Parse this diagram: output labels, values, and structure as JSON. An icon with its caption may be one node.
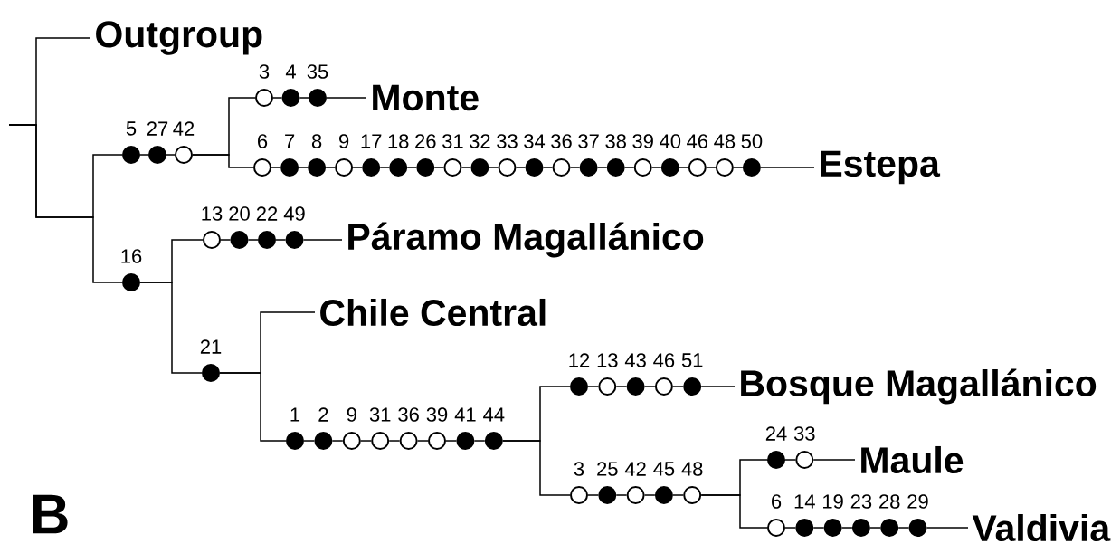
{
  "diagram": {
    "nodes": [
      {
        "text": [
          "Outgroup"
        ]
      },
      {
        "text": [],
        "shape": "dot",
        "beside": [
          "5"
        ]
      },
      {
        "text": [],
        "shape": "dot",
        "beside": [
          "27"
        ]
      },
      {
        "text": [],
        "shape": "circle",
        "beside": [
          "42"
        ]
      },
      {
        "text": [],
        "shape": "circle",
        "beside": [
          "3"
        ]
      },
      {
        "text": [],
        "shape": "dot",
        "beside": [
          "4"
        ]
      },
      {
        "text": [],
        "shape": "dot",
        "beside": [
          "35"
        ]
      },
      {
        "text": [
          "Monte"
        ]
      },
      {
        "text": [],
        "shape": "circle",
        "beside": [
          "6"
        ]
      },
      {
        "text": [],
        "shape": "dot",
        "beside": [
          "7"
        ]
      },
      {
        "text": [],
        "shape": "dot",
        "beside": [
          "8"
        ]
      },
      {
        "text": [],
        "shape": "circle",
        "beside": [
          "9"
        ]
      },
      {
        "text": [],
        "shape": "dot",
        "beside": [
          "17"
        ]
      },
      {
        "text": [],
        "shape": "dot",
        "beside": [
          "18"
        ]
      },
      {
        "text": [],
        "shape": "dot",
        "beside": [
          "26"
        ]
      },
      {
        "text": [],
        "shape": "circle",
        "beside": [
          "31"
        ]
      },
      {
        "text": [],
        "shape": "dot",
        "beside": [
          "32"
        ]
      },
      {
        "text": [],
        "shape": "circle",
        "beside": [
          "33"
        ]
      },
      {
        "text": [],
        "shape": "dot",
        "beside": [
          "34"
        ]
      },
      {
        "text": [],
        "shape": "circle",
        "beside": [
          "36"
        ]
      },
      {
        "text": [],
        "shape": "dot",
        "beside": [
          "37"
        ]
      },
      {
        "text": [],
        "shape": "dot",
        "beside": [
          "38"
        ]
      },
      {
        "text": [],
        "shape": "circle",
        "beside": [
          "39"
        ]
      },
      {
        "text": [],
        "shape": "dot",
        "beside": [
          "40"
        ]
      },
      {
        "text": [],
        "shape": "circle",
        "beside": [
          "46"
        ]
      },
      {
        "text": [],
        "shape": "circle",
        "beside": [
          "48"
        ]
      },
      {
        "text": [],
        "shape": "dot",
        "beside": [
          "50"
        ]
      },
      {
        "text": [
          "Estepa"
        ]
      },
      {
        "text": [],
        "shape": "dot",
        "beside": [
          "16"
        ]
      },
      {
        "text": [],
        "shape": "circle",
        "beside": [
          "13"
        ]
      },
      {
        "text": [],
        "shape": "dot",
        "beside": [
          "20"
        ]
      },
      {
        "text": [],
        "shape": "dot",
        "beside": [
          "22"
        ]
      },
      {
        "text": [],
        "shape": "dot",
        "beside": [
          "49"
        ]
      },
      {
        "text": [
          "Páramo Magallánico"
        ]
      },
      {
        "text": [],
        "shape": "dot",
        "beside": [
          "21"
        ]
      },
      {
        "text": [
          "Chile Central"
        ]
      },
      {
        "text": [],
        "shape": "dot",
        "beside": [
          "1"
        ]
      },
      {
        "text": [],
        "shape": "dot",
        "beside": [
          "2"
        ]
      },
      {
        "text": [],
        "shape": "circle",
        "beside": [
          "9"
        ]
      },
      {
        "text": [],
        "shape": "circle",
        "beside": [
          "31"
        ]
      },
      {
        "text": [],
        "shape": "circle",
        "beside": [
          "36"
        ]
      },
      {
        "text": [],
        "shape": "circle",
        "beside": [
          "39"
        ]
      },
      {
        "text": [],
        "shape": "dot",
        "beside": [
          "41"
        ]
      },
      {
        "text": [],
        "shape": "dot",
        "beside": [
          "44"
        ]
      },
      {
        "text": [],
        "shape": "dot",
        "beside": [
          "12"
        ]
      },
      {
        "text": [],
        "shape": "circle",
        "beside": [
          "13"
        ]
      },
      {
        "text": [],
        "shape": "dot",
        "beside": [
          "43"
        ]
      },
      {
        "text": [],
        "shape": "circle",
        "beside": [
          "46"
        ]
      },
      {
        "text": [],
        "shape": "dot",
        "beside": [
          "51"
        ]
      },
      {
        "text": [
          "Bosque Magallánico"
        ]
      },
      {
        "text": [],
        "shape": "circle",
        "beside": [
          "3"
        ]
      },
      {
        "text": [],
        "shape": "dot",
        "beside": [
          "25"
        ]
      },
      {
        "text": [],
        "shape": "circle",
        "beside": [
          "42"
        ]
      },
      {
        "text": [],
        "shape": "dot",
        "beside": [
          "45"
        ]
      },
      {
        "text": [],
        "shape": "circle",
        "beside": [
          "48"
        ]
      },
      {
        "text": [],
        "shape": "dot",
        "beside": [
          "24"
        ]
      },
      {
        "text": [],
        "shape": "circle",
        "beside": [
          "33"
        ]
      },
      {
        "text": [
          "Maule"
        ]
      },
      {
        "text": [],
        "shape": "circle",
        "beside": [
          "6"
        ]
      },
      {
        "text": [],
        "shape": "dot",
        "beside": [
          "14"
        ]
      },
      {
        "text": [],
        "shape": "dot",
        "beside": [
          "19"
        ]
      },
      {
        "text": [],
        "shape": "dot",
        "beside": [
          "23"
        ]
      },
      {
        "text": [],
        "shape": "dot",
        "beside": [
          "28"
        ]
      },
      {
        "text": [],
        "shape": "dot",
        "beside": [
          "29"
        ]
      },
      {
        "text": [
          "Valdivia"
        ]
      }
    ],
    "edges": [
      {
        "from": null,
        "to": 0,
        "arrow": "none"
      },
      {
        "from": null,
        "to": 1,
        "arrow": "none"
      },
      {
        "from": null,
        "to": 28,
        "arrow": "none"
      },
      {
        "from": 1,
        "to": 2,
        "arrow": "none"
      },
      {
        "from": 2,
        "to": 3,
        "arrow": "none"
      },
      {
        "from": 3,
        "to": 4,
        "arrow": "none"
      },
      {
        "from": 3,
        "to": 8,
        "arrow": "none"
      },
      {
        "from": 4,
        "to": 5,
        "arrow": "none"
      },
      {
        "from": 5,
        "to": 6,
        "arrow": "none"
      },
      {
        "from": 6,
        "to": 7,
        "arrow": "none"
      },
      {
        "from": 8,
        "to": 9,
        "arrow": "none"
      },
      {
        "from": 9,
        "to": 10,
        "arrow": "none"
      },
      {
        "from": 10,
        "to": 11,
        "arrow": "none"
      },
      {
        "from": 11,
        "to": 12,
        "arrow": "none"
      },
      {
        "from": 12,
        "to": 13,
        "arrow": "none"
      },
      {
        "from": 13,
        "to": 14,
        "arrow": "none"
      },
      {
        "from": 14,
        "to": 15,
        "arrow": "none"
      },
      {
        "from": 15,
        "to": 16,
        "arrow": "none"
      },
      {
        "from": 16,
        "to": 17,
        "arrow": "none"
      },
      {
        "from": 17,
        "to": 18,
        "arrow": "none"
      },
      {
        "from": 18,
        "to": 19,
        "arrow": "none"
      },
      {
        "from": 19,
        "to": 20,
        "arrow": "none"
      },
      {
        "from": 20,
        "to": 21,
        "arrow": "none"
      },
      {
        "from": 21,
        "to": 22,
        "arrow": "none"
      },
      {
        "from": 22,
        "to": 23,
        "arrow": "none"
      },
      {
        "from": 23,
        "to": 24,
        "arrow": "none"
      },
      {
        "from": 24,
        "to": 25,
        "arrow": "none"
      },
      {
        "from": 25,
        "to": 26,
        "arrow": "none"
      },
      {
        "from": 26,
        "to": 27,
        "arrow": "none"
      },
      {
        "from": 28,
        "to": 29,
        "arrow": "none"
      },
      {
        "from": 28,
        "to": 34,
        "arrow": "none"
      },
      {
        "from": 29,
        "to": 30,
        "arrow": "none"
      },
      {
        "from": 30,
        "to": 31,
        "arrow": "none"
      },
      {
        "from": 31,
        "to": 32,
        "arrow": "none"
      },
      {
        "from": 32,
        "to": 33,
        "arrow": "none"
      },
      {
        "from": 34,
        "to": 35,
        "arrow": "none"
      },
      {
        "from": 34,
        "to": 36,
        "arrow": "none"
      },
      {
        "from": 36,
        "to": 37,
        "arrow": "none"
      },
      {
        "from": 37,
        "to": 38,
        "arrow": "none"
      },
      {
        "from": 38,
        "to": 39,
        "arrow": "none"
      },
      {
        "from": 39,
        "to": 40,
        "arrow": "none"
      },
      {
        "from": 40,
        "to": 41,
        "arrow": "none"
      },
      {
        "from": 41,
        "to": 42,
        "arrow": "none"
      },
      {
        "from": 42,
        "to": 43,
        "arrow": "none"
      },
      {
        "from": 43,
        "to": 44,
        "arrow": "none"
      },
      {
        "from": 43,
        "to": 50,
        "arrow": "none"
      },
      {
        "from": 44,
        "to": 45,
        "arrow": "none"
      },
      {
        "from": 45,
        "to": 46,
        "arrow": "none"
      },
      {
        "from": 46,
        "to": 47,
        "arrow": "none"
      },
      {
        "from": 47,
        "to": 48,
        "arrow": "none"
      },
      {
        "from": 48,
        "to": 49,
        "arrow": "none"
      },
      {
        "from": 50,
        "to": 51,
        "arrow": "none"
      },
      {
        "from": 51,
        "to": 52,
        "arrow": "none"
      },
      {
        "from": 52,
        "to": 53,
        "arrow": "none"
      },
      {
        "from": 53,
        "to": 54,
        "arrow": "none"
      },
      {
        "from": 54,
        "to": 55,
        "arrow": "none"
      },
      {
        "from": 54,
        "to": 58,
        "arrow": "none"
      },
      {
        "from": 55,
        "to": 56,
        "arrow": "none"
      },
      {
        "from": 56,
        "to": 57,
        "arrow": "none"
      },
      {
        "from": 58,
        "to": 59,
        "arrow": "none"
      },
      {
        "from": 59,
        "to": 60,
        "arrow": "none"
      },
      {
        "from": 60,
        "to": 61,
        "arrow": "none"
      },
      {
        "from": 61,
        "to": 62,
        "arrow": "none"
      },
      {
        "from": 62,
        "to": 63,
        "arrow": "none"
      },
      {
        "from": 63,
        "to": 64,
        "arrow": "none"
      }
    ],
    "labels": [
      "B"
    ]
  }
}
